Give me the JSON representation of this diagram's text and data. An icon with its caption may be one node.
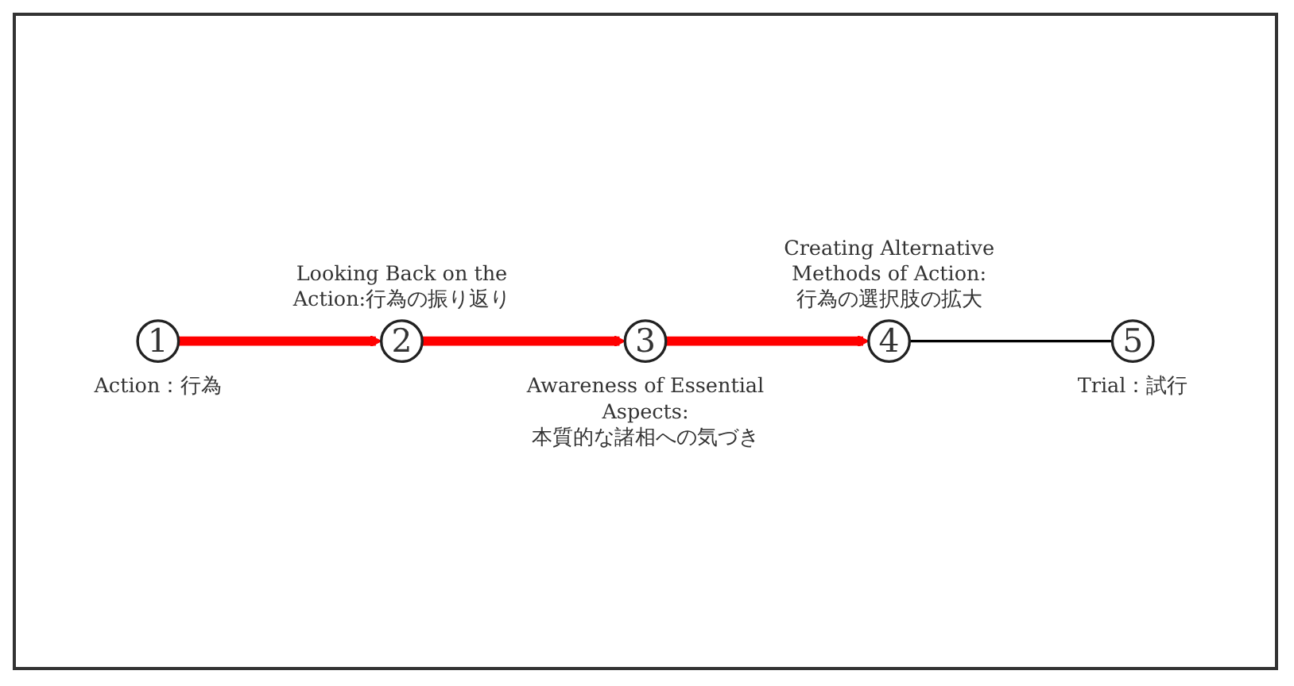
{
  "diagram": {
    "nodes": [
      {
        "text": [
          "1"
        ],
        "beside": [
          "Action：行為"
        ]
      },
      {
        "text": [
          "2"
        ],
        "beside": [
          "Looking Back on the Action:行為の振り返り"
        ]
      },
      {
        "text": [
          "3"
        ],
        "beside": [
          "Awareness of Essential Aspects:",
          "本質的な諸相への気づき"
        ]
      },
      {
        "text": [
          "4"
        ],
        "beside": [
          "Creating Alternative Methods of Action:",
          "行為の選択肢の拡大"
        ]
      },
      {
        "text": [
          "5"
        ],
        "beside": [
          "Trial：試行"
        ]
      }
    ],
    "edges": [
      {
        "from": 0,
        "to": 1,
        "arrow": "to"
      },
      {
        "from": 1,
        "to": 2,
        "arrow": "to"
      },
      {
        "from": 2,
        "to": 3,
        "arrow": "to"
      },
      {
        "from": 3,
        "to": 4,
        "arrow": "none",
        "color": "#000000"
      }
    ]
  }
}
